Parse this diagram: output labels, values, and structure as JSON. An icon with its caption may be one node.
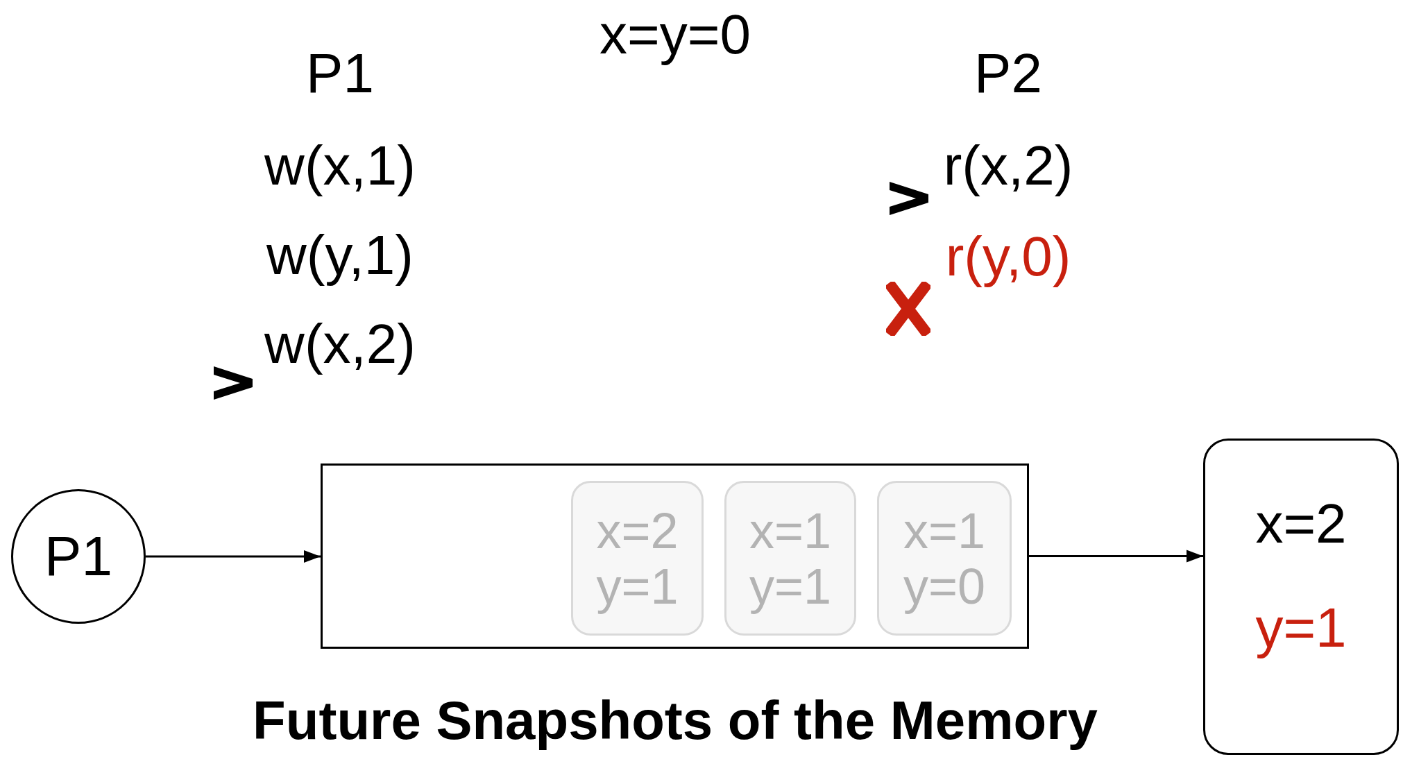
{
  "diagram": {
    "caption": "Future Snapshots of the Memory",
    "nodes": [
      {
        "text": [
          "P1"
        ]
      },
      {
        "text": [],
        "shape": "box"
      },
      {
        "text": [
          "x=2",
          "y=1"
        ],
        "in": 1
      },
      {
        "text": [
          "x=1",
          "y=1"
        ],
        "in": 1
      },
      {
        "text": [
          "x=1",
          "y=0"
        ],
        "in": 1
      },
      {
        "text": [
          "x=2",
          "y=1"
        ]
      }
    ],
    "edges": [
      {
        "from": 0,
        "to": 1,
        "arrow": "to"
      },
      {
        "from": 1,
        "to": 5,
        "arrow": "to"
      }
    ],
    "labels": [
      "x=y=0",
      "P1",
      "P2",
      "w(x,1)",
      "r(x,2)",
      "w(y,1)",
      "r(y,0)",
      "w(x,2)"
    ]
  }
}
